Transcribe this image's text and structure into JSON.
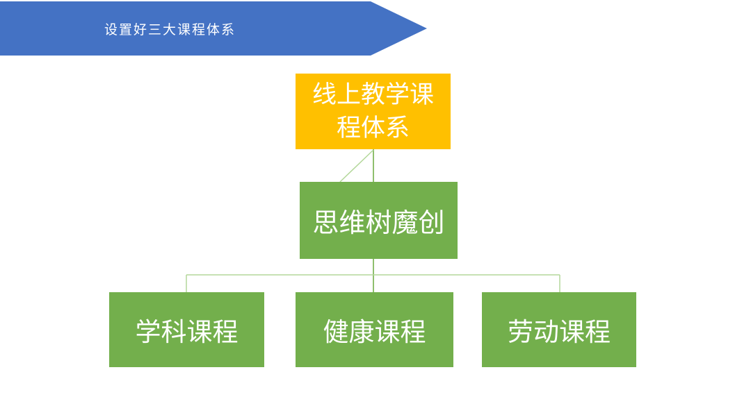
{
  "banner": {
    "label": "设置好三大课程体系"
  },
  "diagram": {
    "root": {
      "label": "线上教学课程体系"
    },
    "parent": {
      "label": "思维树魔创"
    },
    "children": [
      {
        "label": "学科课程"
      },
      {
        "label": "健康课程"
      },
      {
        "label": "劳动课程"
      }
    ]
  },
  "colors": {
    "banner_blue": "#4472C4",
    "root_orange": "#FFC000",
    "node_green": "#73AF4C",
    "connector_dark": "#8FBF6E",
    "connector_light": "#B3D79A",
    "text_white": "#FFFFFF"
  }
}
